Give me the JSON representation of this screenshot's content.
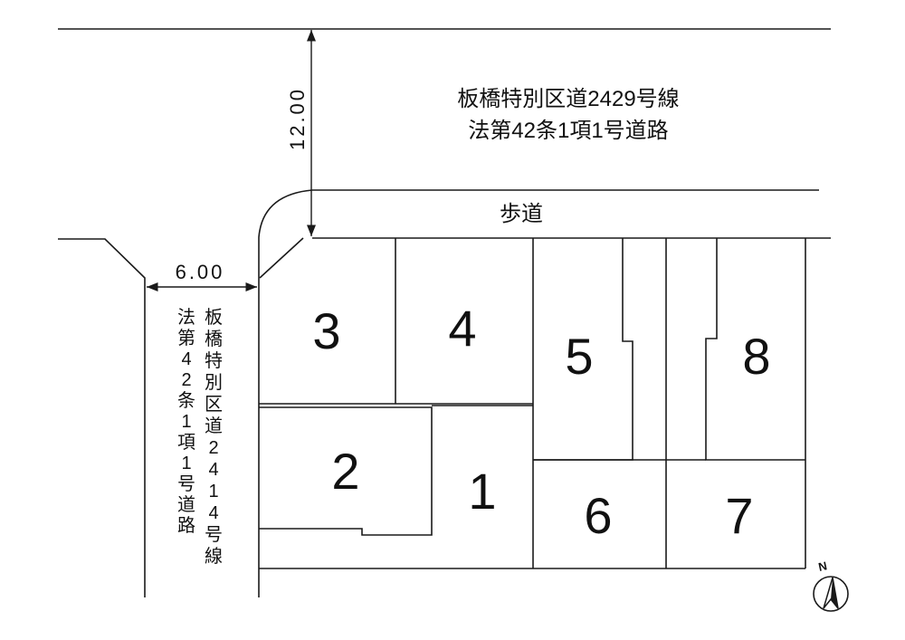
{
  "main_road": {
    "name": "板橋特別区道2429号線",
    "legal": "法第42条1項1号道路",
    "width": "12.00"
  },
  "sidewalk": {
    "label": "歩道"
  },
  "side_road": {
    "name_chars": [
      "板",
      "橋",
      "特",
      "別",
      "区",
      "道",
      "2",
      "4",
      "1",
      "4",
      "号",
      "線"
    ],
    "legal_chars": [
      "法",
      "第",
      "4",
      "2",
      "条",
      "1",
      "項",
      "1",
      "号",
      "道",
      "路"
    ],
    "width": "6.00"
  },
  "lots": [
    {
      "id": "3",
      "label": "3"
    },
    {
      "id": "4",
      "label": "4"
    },
    {
      "id": "5",
      "label": "5"
    },
    {
      "id": "8",
      "label": "8"
    },
    {
      "id": "2",
      "label": "2"
    },
    {
      "id": "1",
      "label": "1"
    },
    {
      "id": "6",
      "label": "6"
    },
    {
      "id": "7",
      "label": "7"
    }
  ],
  "north_arrow": {
    "label": "N",
    "icon": "north-arrow-icon"
  }
}
